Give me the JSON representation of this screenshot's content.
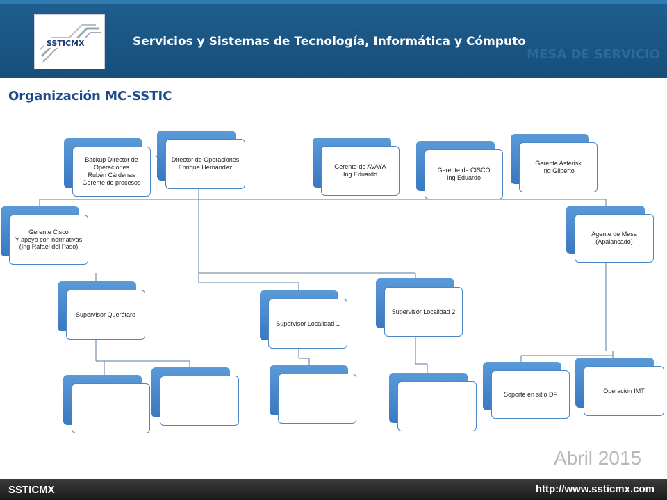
{
  "header": {
    "title": "Servicios y Sistemas de Tecnología, Informática y Cómputo",
    "mesa": "MESA DE SERVICIO"
  },
  "page_title": "Organización MC-SSTIC",
  "nodes": {
    "director": [
      "Director de Operaciones Enrique Hernandez"
    ],
    "backup": [
      "Backup Director de Operaciones",
      "Rubén Cárdenas",
      "Gerente de procesos"
    ],
    "avaya": [
      "Gerente de AVAYA",
      "Ing Eduardo"
    ],
    "cisco": [
      "Gerente de CISCO",
      "Ing Eduardo"
    ],
    "asterisk": [
      "Gerente Asterisk",
      "Ing Gilberto"
    ],
    "gerente_cisco": [
      "Gerente Cisco",
      "Y apoyo con normativas (Ing Rafael del Paso)"
    ],
    "agente": [
      "Agente de Mesa (Apalancado)"
    ],
    "sup_queretaro": [
      "Supervisor Querétaro"
    ],
    "sup_loc1": [
      "Supervisor  Localidad 1"
    ],
    "sup_loc2": [
      "Supervisor Localidad 2"
    ],
    "soporte": [
      "Soporte en sitio DF"
    ],
    "operacion": [
      "Operación IMT"
    ]
  },
  "date": "Abril 2015",
  "footer": {
    "left": "SSTICMX",
    "right": "http://www.ssticmx.com"
  }
}
